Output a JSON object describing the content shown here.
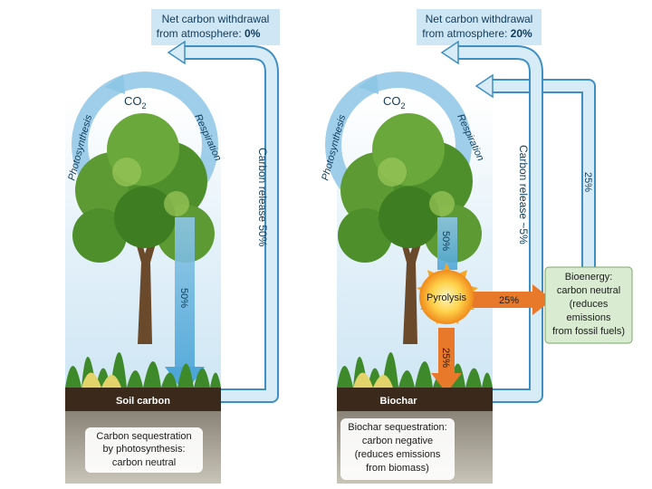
{
  "left_panel": {
    "header_line1": "Net carbon withdrawal",
    "header_line2_prefix": "from atmosphere: ",
    "header_line2_value": "0%",
    "co2_label": "CO",
    "co2_sub": "2",
    "photosynthesis_label": "Photosynthesis",
    "respiration_label": "Respiration",
    "carbon_release_label": "Carbon release 50%",
    "down_flow_label": "50%",
    "soil_label": "Soil carbon",
    "caption_line1": "Carbon sequestration",
    "caption_line2": "by photosynthesis:",
    "caption_line3": "carbon neutral"
  },
  "right_panel": {
    "header_line1": "Net carbon withdrawal",
    "header_line2_prefix": "from atmosphere: ",
    "header_line2_value": "20%",
    "co2_label": "CO",
    "co2_sub": "2",
    "photosynthesis_label": "Photosynthesis",
    "respiration_label": "Respiration",
    "carbon_release_label": "Carbon release ~5%",
    "down_flow_label": "50%",
    "pyrolysis_label": "Pyrolysis",
    "to_bioenergy_label": "25%",
    "to_biochar_label": "25%",
    "bioenergy_return_label": "25%",
    "soil_label": "Biochar",
    "bioenergy_line1": "Bioenergy:",
    "bioenergy_line2": "carbon neutral",
    "bioenergy_line3": "(reduces",
    "bioenergy_line4": "emissions",
    "bioenergy_line5": "from fossil fuels)",
    "caption_line1": "Biochar sequestration:",
    "caption_line2": "carbon negative",
    "caption_line3": "(reduces emissions",
    "caption_line4": "from biomass)"
  },
  "colors": {
    "flow_blue": "#8ec6e6",
    "flow_outline": "#3d8fc4",
    "header_bg": "#cfe6f4",
    "arrow_orange": "#e8782a",
    "bioenergy_bg": "#d9ecd2",
    "soil_dark": "#3b2a1c",
    "tree_green": "#4e8f2c"
  }
}
